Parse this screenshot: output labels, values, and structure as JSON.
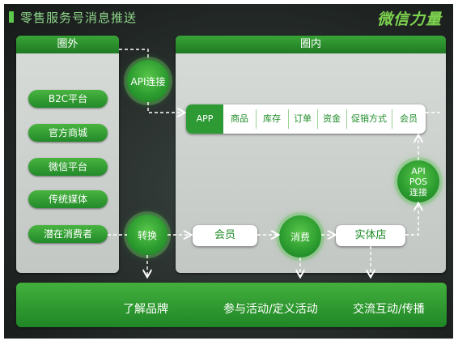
{
  "header": {
    "title": "零售服务号消息推送",
    "brand": "微信力量"
  },
  "outside_panel": {
    "title": "圈外",
    "items": [
      "B2C平台",
      "官方商城",
      "微信平台",
      "传统媒体",
      "潜在消费者"
    ]
  },
  "inside_panel": {
    "title": "圈内"
  },
  "app_row": [
    "APP",
    "商品",
    "库存",
    "订单",
    "资金",
    "促销方式",
    "会员"
  ],
  "nodes": {
    "api_connect": "API连接",
    "convert": "转换",
    "member": "会员",
    "consume": "消费",
    "store": "实体店",
    "api_pos_line1": "API",
    "api_pos_line2": "POS",
    "api_pos_line3": "连接"
  },
  "bottom_bar": {
    "items": [
      "了解品牌",
      "参与活动/定义活动",
      "交流互动/传播"
    ]
  },
  "colors": {
    "accent": "#2e9a33",
    "highlight": "#7ed44f",
    "background": "#262c2a"
  }
}
